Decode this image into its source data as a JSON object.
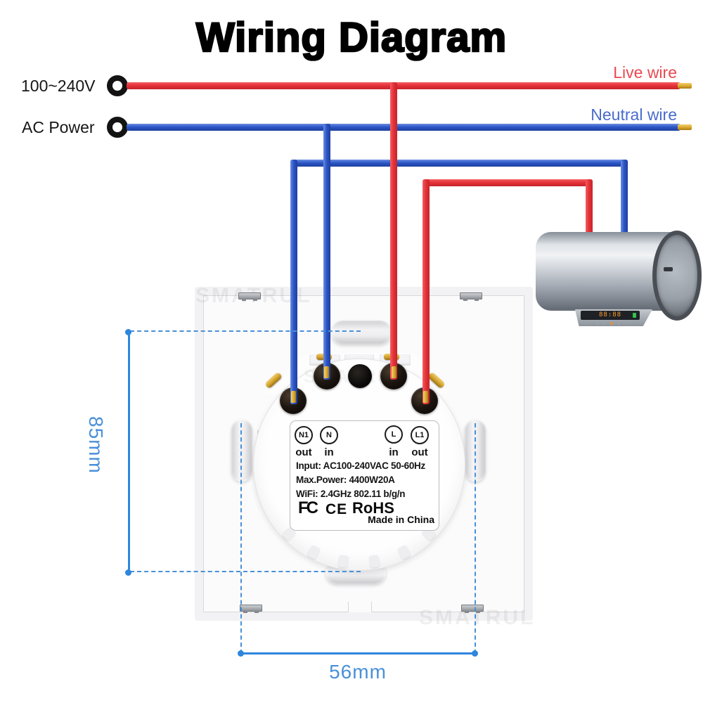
{
  "title": "Wiring Diagram",
  "source": {
    "voltage": "100~240V",
    "power": "AC Power"
  },
  "wires": {
    "live_label": "Live wire",
    "neutral_label": "Neutral wire"
  },
  "dimensions": {
    "height": "85mm",
    "width": "56mm"
  },
  "device": {
    "watermark": "SMATRUL",
    "terminals": [
      {
        "label": "N1",
        "direction": "out"
      },
      {
        "label": "N",
        "direction": "in"
      },
      {
        "label": "L",
        "direction": "in"
      },
      {
        "label": "L1",
        "direction": "out"
      }
    ],
    "specs": [
      "Input: AC100-240VAC 50-60Hz",
      "Max.Power: 4400W20A",
      "WiFi: 2.4GHz 802.11 b/g/n"
    ],
    "certifications": [
      "FC",
      "CE",
      "RoHS"
    ],
    "origin": "Made in China"
  },
  "heater": {
    "display": "88:88"
  },
  "colors": {
    "live": "#e63238",
    "neutral": "#2d57c8",
    "dimension": "#4a90d8",
    "gold": "#d9a62d"
  }
}
